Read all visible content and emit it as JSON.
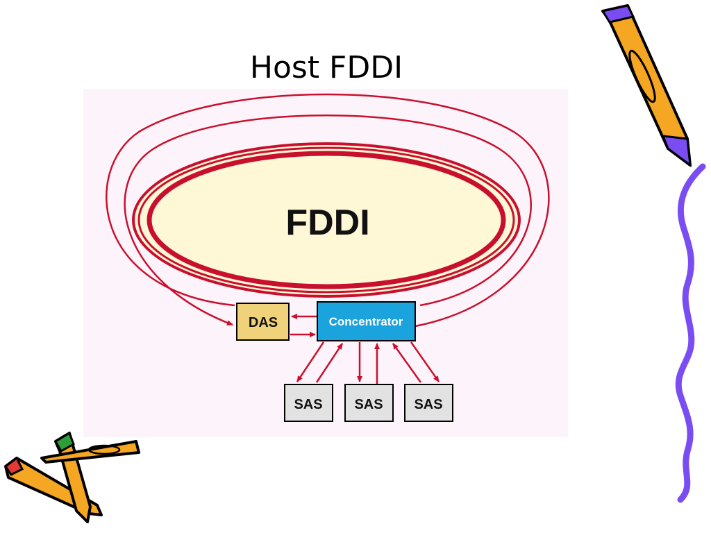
{
  "slide": {
    "title": "Host FDDI"
  },
  "diagram": {
    "ring_label": "FDDI",
    "das_label": "DAS",
    "concentrator_label": "Concentrator",
    "sas_labels": [
      "SAS",
      "SAS",
      "SAS"
    ]
  },
  "colors": {
    "ring_red": "#c8102e",
    "ring_fill": "#fff8d6",
    "das_fill": "#f0d27a",
    "concentrator_fill": "#1aa3dc",
    "sas_fill": "#e2e2e2",
    "panel_bg": "#fdf4fb",
    "pencil_yellow": "#f5a623",
    "squiggle_purple": "#7a4df2"
  },
  "decorations": [
    "pencil-icon",
    "crossed-pencils-icon",
    "squiggle-line-icon"
  ]
}
